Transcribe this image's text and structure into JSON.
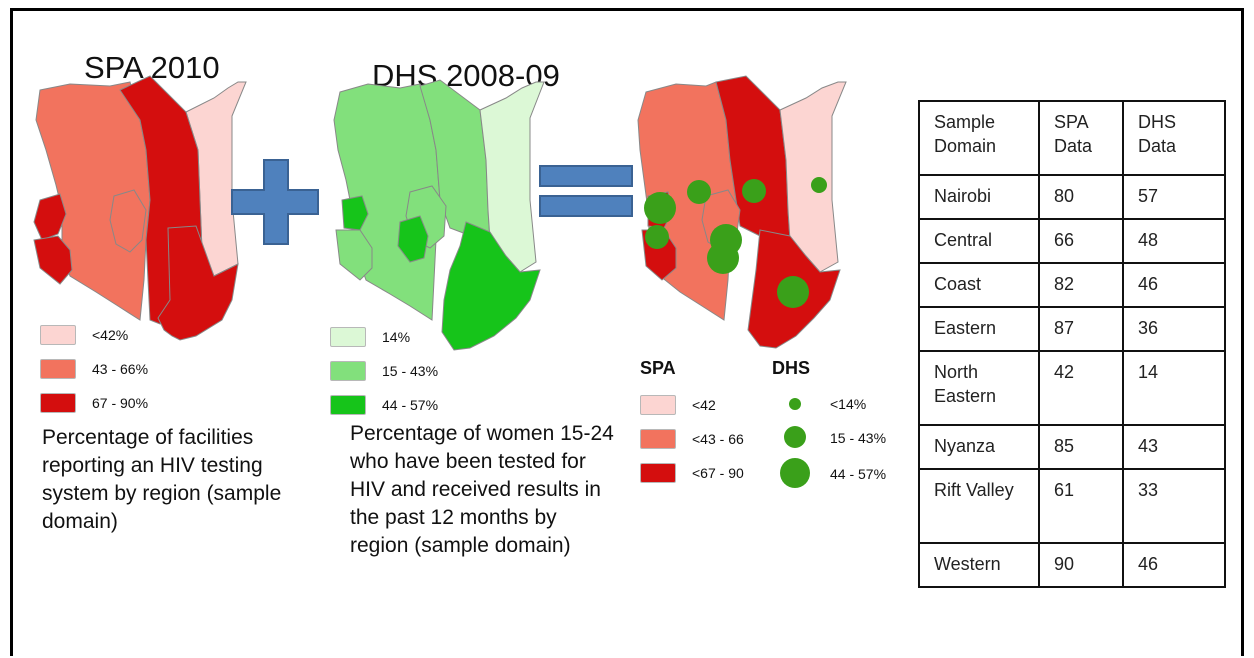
{
  "colors": {
    "spa_low": "#fcd5d2",
    "spa_mid": "#f2735e",
    "spa_high": "#d40e0e",
    "dhs_low": "#dcf8d6",
    "dhs_mid": "#82e07c",
    "dhs_high": "#16c41a",
    "bubble": "#3aa01a",
    "symbol": "#4f81bd"
  },
  "spa_map": {
    "title": "SPA 2010",
    "legend": [
      {
        "label": "<42%",
        "color": "#fcd5d2"
      },
      {
        "label": "43 - 66%",
        "color": "#f2735e"
      },
      {
        "label": "67 - 90%",
        "color": "#d40e0e"
      }
    ],
    "description": "Percentage of facilities reporting an HIV testing system by region (sample domain)"
  },
  "dhs_map": {
    "title": "DHS 2008-09",
    "legend": [
      {
        "label": "14%",
        "color": "#dcf8d6"
      },
      {
        "label": "15 - 43%",
        "color": "#82e07c"
      },
      {
        "label": "44 - 57%",
        "color": "#16c41a"
      }
    ],
    "description": "Percentage of women 15-24 who have been tested for HIV and received results in the past 12 months by region (sample domain)"
  },
  "combined_map": {
    "spa_header": "SPA",
    "dhs_header": "DHS",
    "spa_legend": [
      {
        "label": "<42",
        "color": "#fcd5d2"
      },
      {
        "label": "<43 - 66",
        "color": "#f2735e"
      },
      {
        "label": "<67 - 90",
        "color": "#d40e0e"
      }
    ],
    "dhs_legend": [
      {
        "label": "<14%",
        "size": "small"
      },
      {
        "label": "15 - 43%",
        "size": "medium"
      },
      {
        "label": "44 - 57%",
        "size": "large"
      }
    ]
  },
  "table": {
    "headers": [
      "Sample Domain",
      "SPA Data",
      "DHS Data"
    ],
    "rows": [
      [
        "Nairobi",
        "80",
        "57"
      ],
      [
        "Central",
        "66",
        "48"
      ],
      [
        "Coast",
        "82",
        "46"
      ],
      [
        "Eastern",
        "87",
        "36"
      ],
      [
        "North Eastern",
        "42",
        "14"
      ],
      [
        "Nyanza",
        "85",
        "43"
      ],
      [
        "Rift Valley",
        "61",
        "33"
      ],
      [
        "Western",
        "90",
        "46"
      ]
    ]
  }
}
